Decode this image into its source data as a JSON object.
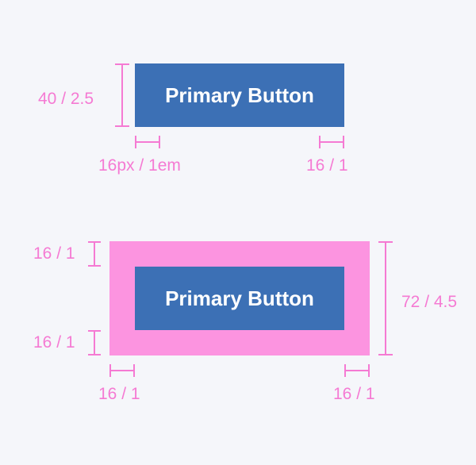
{
  "colors": {
    "background": "#f5f6fa",
    "button": "#3c70b5",
    "button_text": "#ffffff",
    "padding_area": "#fc94e0",
    "annotation": "#f57ad3"
  },
  "top_example": {
    "button_label": "Primary Button",
    "height_label": "40 / 2.5",
    "left_padding_label": "16px / 1em",
    "right_padding_label": "16 / 1"
  },
  "bottom_example": {
    "button_label": "Primary Button",
    "top_padding_label": "16 / 1",
    "bottom_padding_label": "16 / 1",
    "total_height_label": "72 / 4.5",
    "left_padding_label": "16 / 1",
    "right_padding_label": "16 / 1"
  }
}
